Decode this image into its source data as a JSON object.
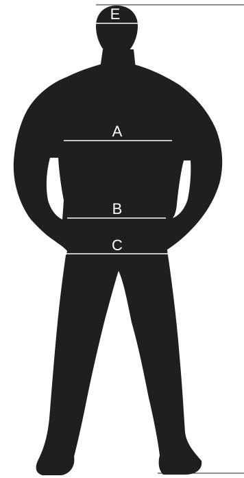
{
  "diagram": {
    "colors": {
      "silhouette": "#1f1f1f",
      "measure_line": "#ffffff",
      "label_text": "#ffffff",
      "reference_line": "#1f1f1f",
      "background": "#ffffff"
    },
    "measurements": [
      {
        "id": "E",
        "label": "E"
      },
      {
        "id": "A",
        "label": "A"
      },
      {
        "id": "B",
        "label": "B"
      },
      {
        "id": "C",
        "label": "C"
      }
    ]
  }
}
